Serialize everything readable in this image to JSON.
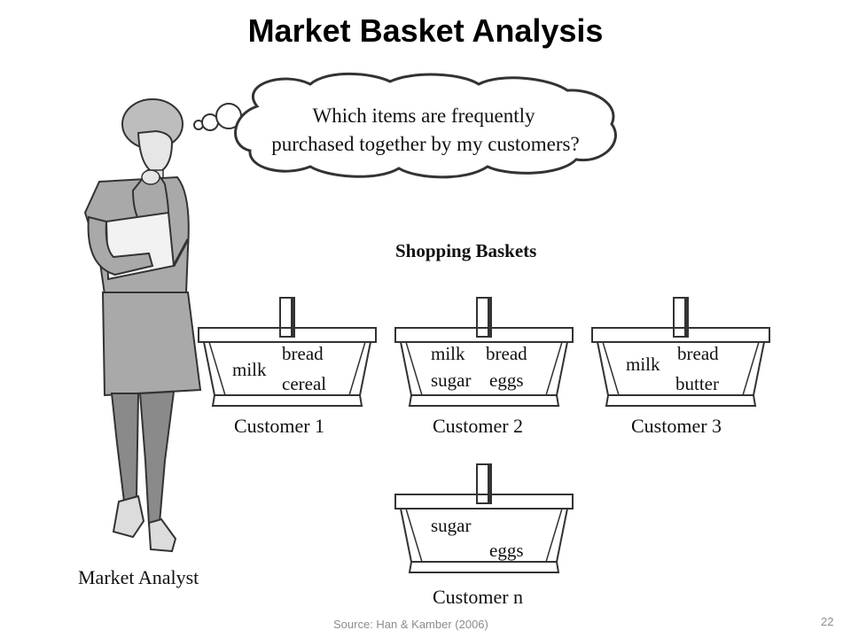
{
  "slide": {
    "title": "Market  Basket Analysis",
    "source": "Source: Han & Kamber (2006)",
    "page_number": "22"
  },
  "thought_bubble": {
    "line1": "Which items are frequently",
    "line2": "purchased together by my customers?"
  },
  "analyst": {
    "label": "Market Analyst"
  },
  "section_heading": "Shopping Baskets",
  "baskets": [
    {
      "customer": "Customer 1",
      "items": [
        "milk",
        "bread",
        "cereal"
      ]
    },
    {
      "customer": "Customer 2",
      "items": [
        "milk",
        "bread",
        "sugar",
        "eggs"
      ]
    },
    {
      "customer": "Customer 3",
      "items": [
        "milk",
        "bread",
        "butter"
      ]
    },
    {
      "customer": "Customer n",
      "items": [
        "sugar",
        "eggs"
      ]
    }
  ],
  "colors": {
    "figure_fill": "#a9a9a9",
    "figure_dark": "#8a8a8a",
    "line": "#333333"
  }
}
